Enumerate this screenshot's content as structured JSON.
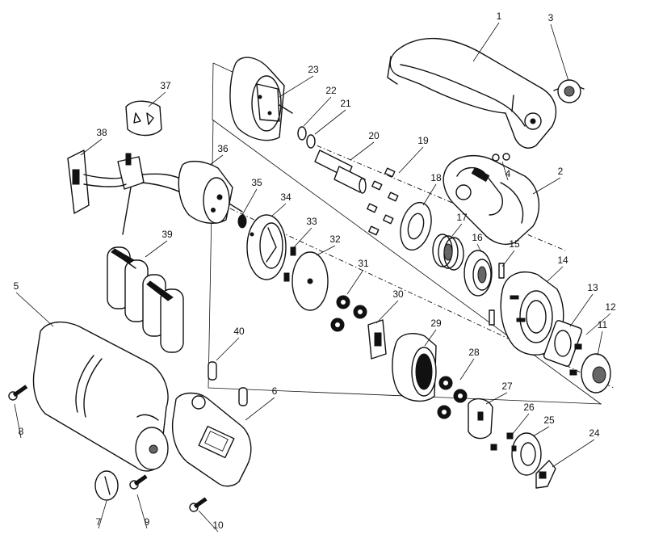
{
  "diagram": {
    "part_numbers": [
      "1",
      "2",
      "3",
      "4",
      "5",
      "6",
      "7",
      "8",
      "9",
      "10",
      "11",
      "12",
      "13",
      "14",
      "15",
      "16",
      "17",
      "18",
      "19",
      "20",
      "21",
      "22",
      "23",
      "24",
      "25",
      "26",
      "27",
      "28",
      "29",
      "30",
      "31",
      "32",
      "33",
      "34",
      "35",
      "36",
      "37",
      "38",
      "39",
      "40"
    ]
  }
}
